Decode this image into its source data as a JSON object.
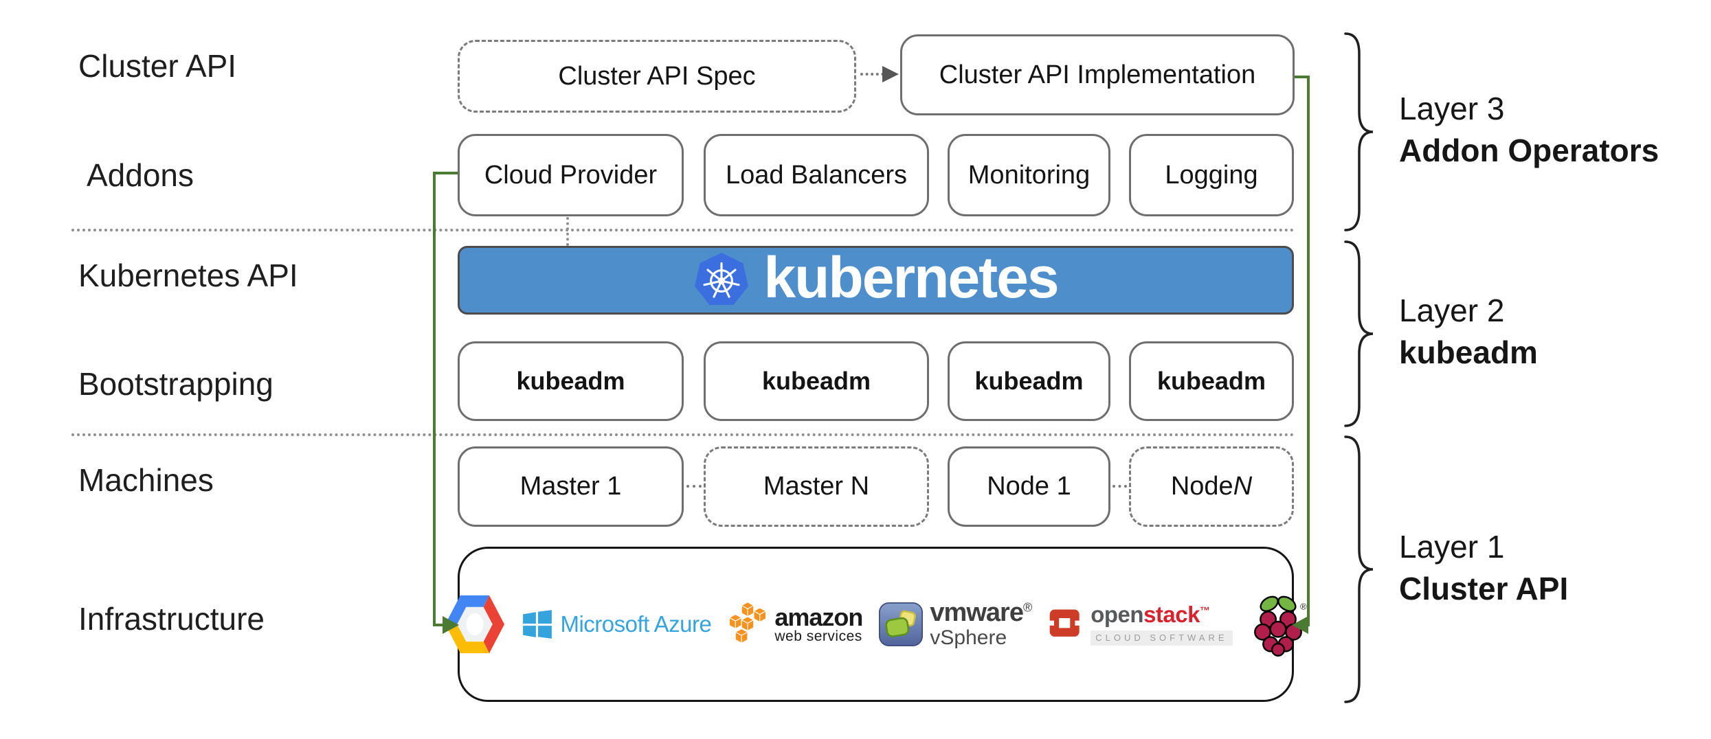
{
  "left_labels": {
    "cluster_api": "Cluster API",
    "addons": "Addons",
    "kubernetes_api": "Kubernetes API",
    "bootstrapping": "Bootstrapping",
    "machines": "Machines",
    "infrastructure": "Infrastructure"
  },
  "cluster_api_row": {
    "spec": "Cluster API Spec",
    "implementation": "Cluster API Implementation"
  },
  "addons_row": {
    "cloud_provider": "Cloud Provider",
    "load_balancers": "Load Balancers",
    "monitoring": "Monitoring",
    "logging": "Logging"
  },
  "kubernetes_banner": {
    "wordmark": "kubernetes"
  },
  "bootstrapping_row": {
    "kubeadm": "kubeadm"
  },
  "machines_row": {
    "master_1": "Master 1",
    "master_n": "Master N",
    "node_1": "Node 1",
    "node_n_prefix": "Node ",
    "node_n_variable": "N"
  },
  "infrastructure_row": {
    "azure": "Microsoft Azure",
    "aws_title": "amazon",
    "aws_subtitle": "web services",
    "vmware_title": "vmware",
    "vmware_registered": "®",
    "vmware_subtitle": "vSphere",
    "openstack_open": "open",
    "openstack_stack": "stack",
    "openstack_trademark": "™",
    "openstack_subtitle": "CLOUD SOFTWARE",
    "raspberry_registered": "®"
  },
  "layer_annotations": {
    "layer3": {
      "title": "Layer 3",
      "subtitle": "Addon Operators"
    },
    "layer2": {
      "title": "Layer 2",
      "subtitle": "kubeadm"
    },
    "layer1": {
      "title": "Layer 1",
      "subtitle": "Cluster API"
    }
  },
  "colors": {
    "banner_blue": "#4e8fcb",
    "k8s_logo_blue": "#3b6fe0",
    "connector_green": "#4c7a33",
    "azure_blue": "#35a3dd",
    "aws_orange": "#f6921e",
    "openstack_red": "#d8232e",
    "openstack_gray": "#58595b",
    "vmware_gray": "#3f3f3f",
    "raspberry_crimson": "#b01e4c",
    "leaf_green": "#74b544",
    "gcp_blue": "#4285f4",
    "gcp_red": "#ea4335",
    "gcp_yellow": "#fbbc05"
  }
}
